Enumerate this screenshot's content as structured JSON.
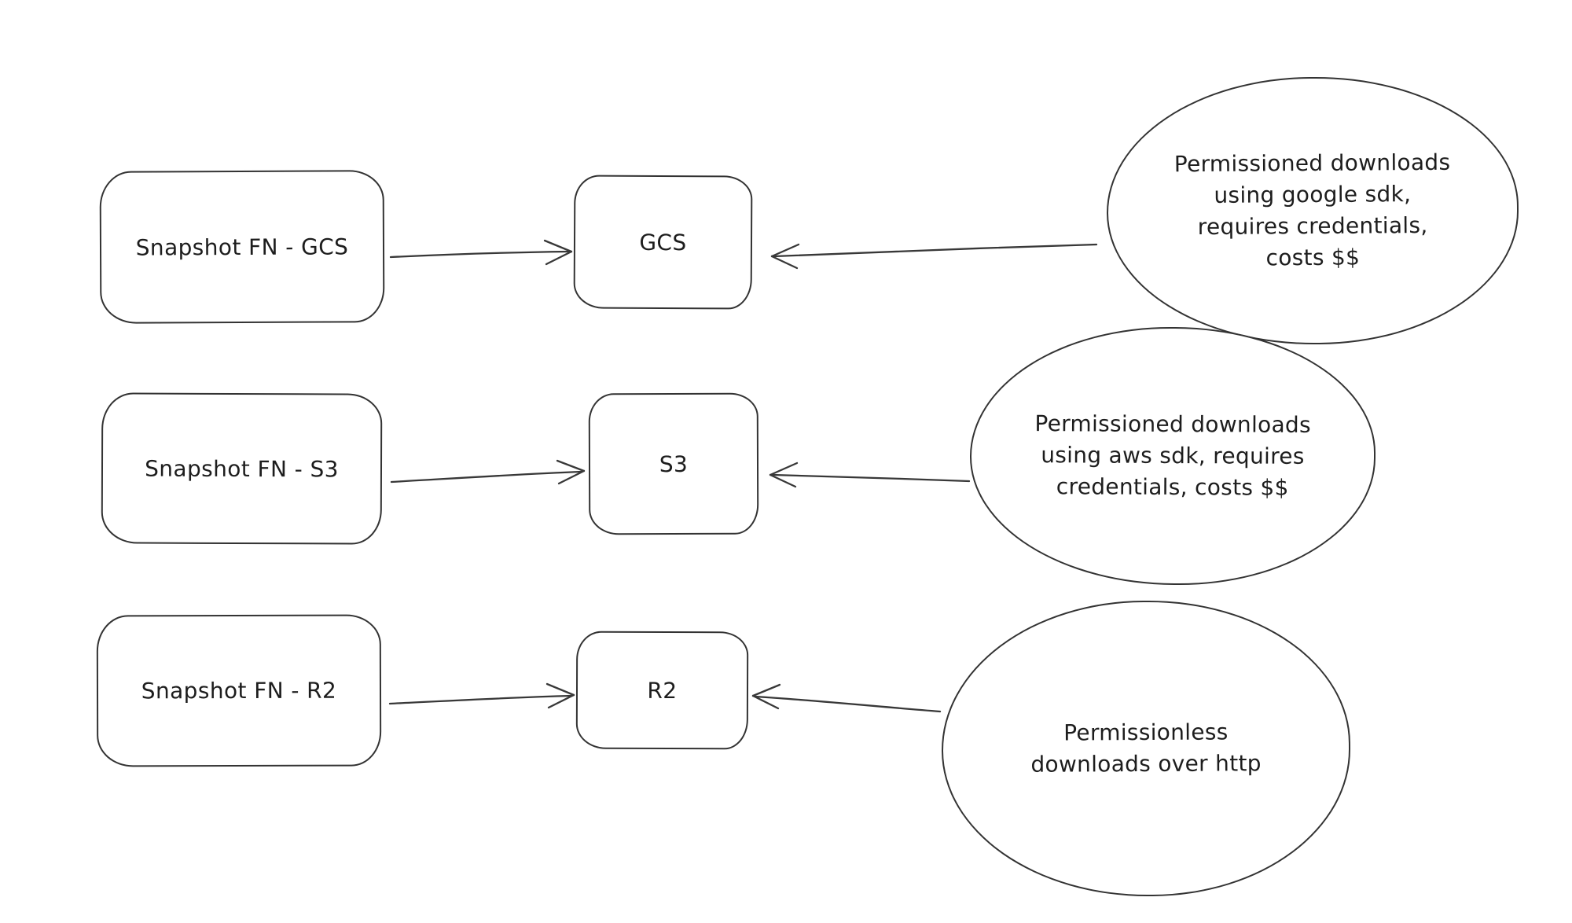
{
  "diagram": {
    "background": "#ffffff",
    "stroke_color": "#333333",
    "text_color": "#1d1d1d",
    "rows": [
      {
        "source_label": "Snapshot FN - GCS",
        "target_label": "GCS",
        "note_lines": [
          "Permissioned downloads",
          "using google sdk,",
          "requires credentials,",
          "costs $$"
        ]
      },
      {
        "source_label": "Snapshot FN - S3",
        "target_label": "S3",
        "note_lines": [
          "Permissioned downloads",
          "using aws sdk, requires",
          "credentials, costs $$"
        ]
      },
      {
        "source_label": "Snapshot FN - R2",
        "target_label": "R2",
        "note_lines": [
          "Permissionless",
          "downloads over http"
        ]
      }
    ]
  }
}
